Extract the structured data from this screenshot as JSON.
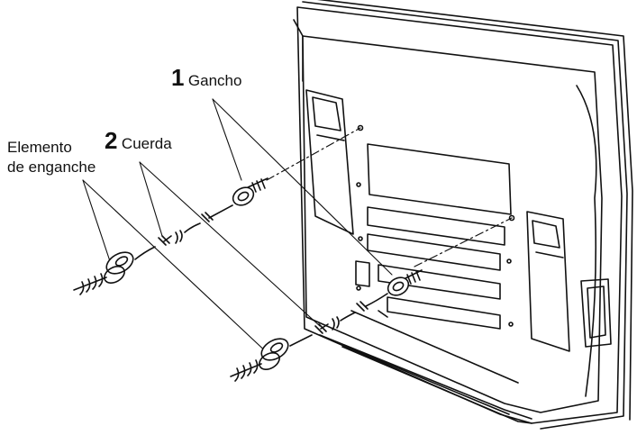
{
  "labels": {
    "hook": {
      "number": "1",
      "text": "Gancho"
    },
    "cord": {
      "number": "2",
      "text": "Cuerda"
    },
    "anchor": {
      "line1": "Elemento",
      "line2": "de enganche"
    }
  },
  "colors": {
    "line": "#111111",
    "panel": "#ffffff"
  }
}
